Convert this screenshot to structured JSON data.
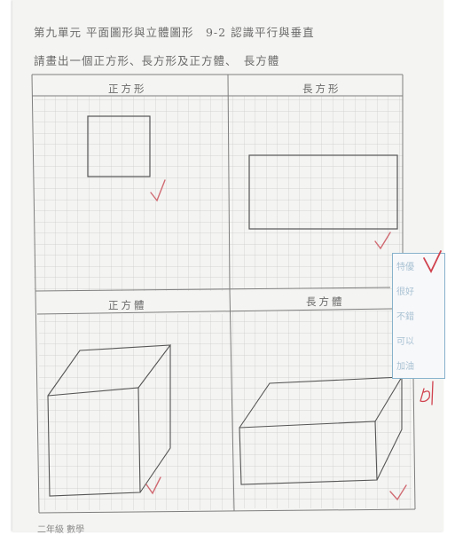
{
  "worksheet": {
    "title": "第九單元 平面圖形與立體圖形　9-2 認識平行與垂直",
    "prompt": "請畫出一個正方形、長方形及正方體、　長方體"
  },
  "panels": [
    {
      "label": "正方形"
    },
    {
      "label": "長方形"
    },
    {
      "label": "正方體"
    },
    {
      "label": "長方體"
    }
  ],
  "rating": {
    "items": [
      "特優",
      "很好",
      "不錯",
      "可以",
      "加油"
    ],
    "score": "6/1"
  },
  "footer": "二年級 數學"
}
